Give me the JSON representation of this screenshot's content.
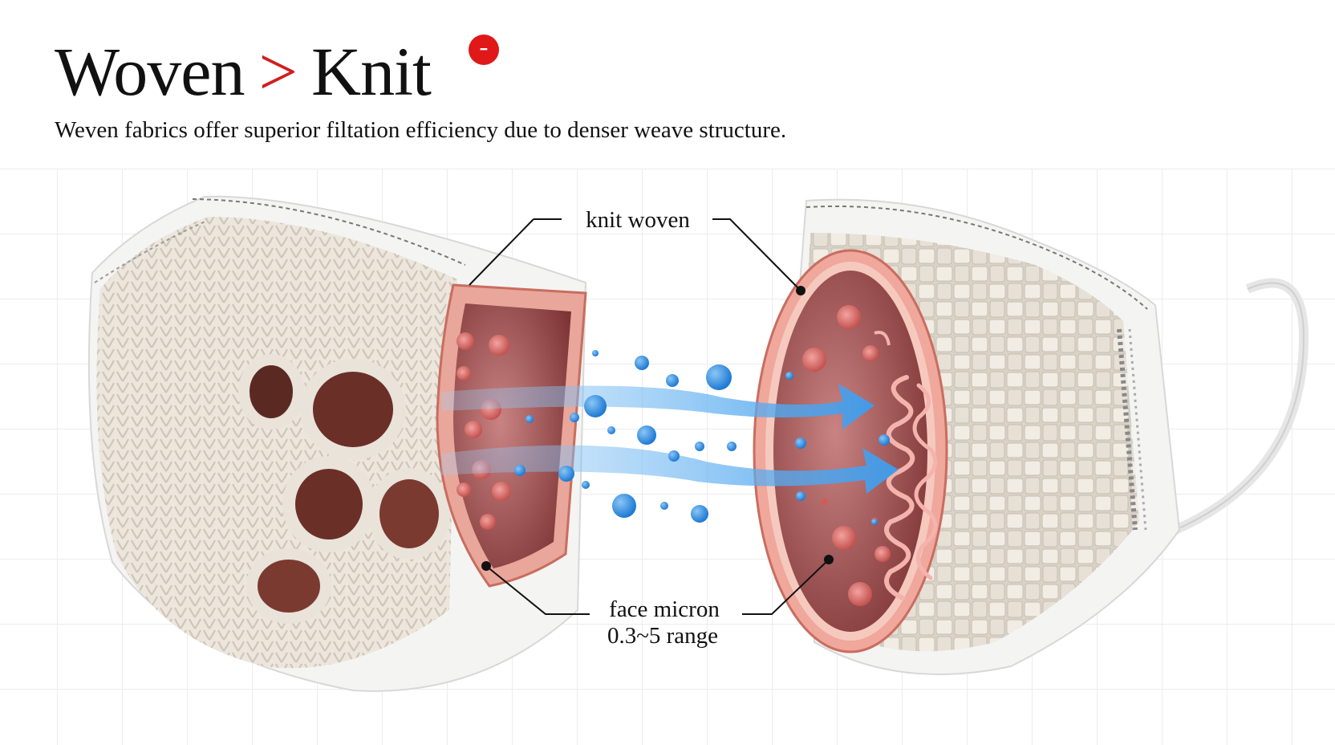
{
  "header": {
    "title_left": "Woven",
    "title_operator": ">",
    "title_right": "Knit",
    "badge_icon": "minus-circle-icon",
    "subtitle": "Weven fabrics offer superior filtation efficiency due to denser weave structure."
  },
  "callouts": {
    "top_label": "knit woven",
    "bottom_label_line1": "face micron",
    "bottom_label_line2": "0.3~5 range"
  },
  "colors": {
    "accent_red": "#d01e1e",
    "airflow_blue": "#4aa3ee",
    "particle_blue": "#2e8be0",
    "tissue_pink": "#e8a0a0",
    "fabric_cream": "#e9e2d8"
  },
  "figure": {
    "left_panel": "knit-mask-cutaway",
    "right_panel": "woven-mask-cutaway"
  }
}
